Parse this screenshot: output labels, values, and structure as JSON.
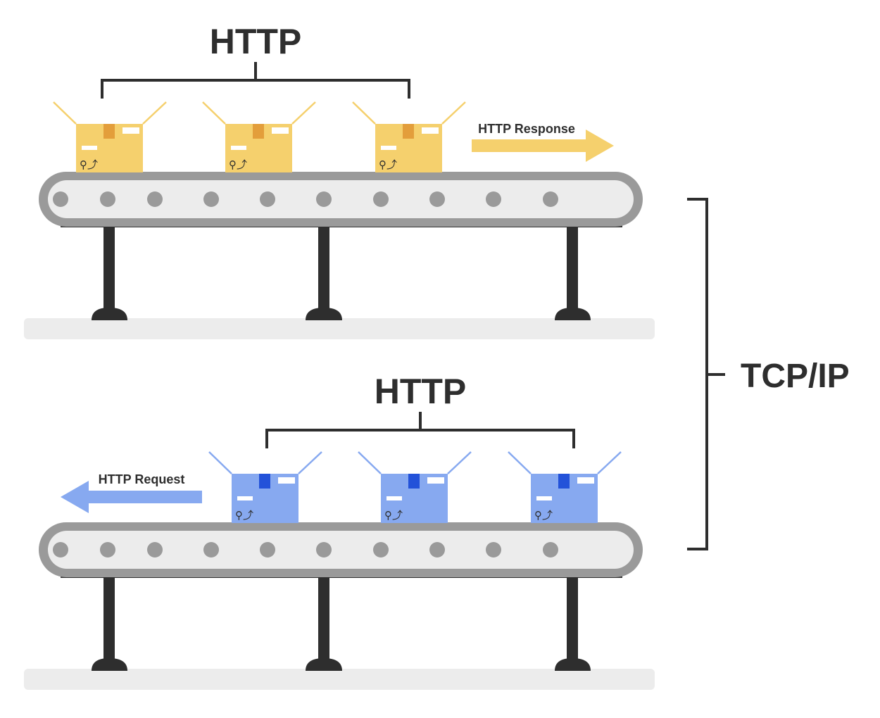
{
  "top_http_label": "HTTP",
  "bottom_http_label": "HTTP",
  "tcpip_label": "TCP/IP",
  "response_arrow_label": "HTTP Response",
  "request_arrow_label": "HTTP Request",
  "box_symbols": "⚲⤴",
  "colors": {
    "ink": "#2e2e2e",
    "response_box": "#f5d06d",
    "response_box_flap": "#f5d06d",
    "response_tape": "#e39e3b",
    "response_arrow": "#f5d06d",
    "request_box": "#87a9f0",
    "request_tape": "#2352d9",
    "request_arrow": "#87a9f0",
    "belt_outer": "#9a9a9a",
    "belt_inner": "#ececec",
    "roller": "#9a9a9a",
    "floor": "#ececec",
    "label_white": "#ffffff"
  },
  "icons": [
    "package-box-icon",
    "glass-fragile-icon",
    "umbrella-icon",
    "right-arrow-icon",
    "left-arrow-icon"
  ]
}
